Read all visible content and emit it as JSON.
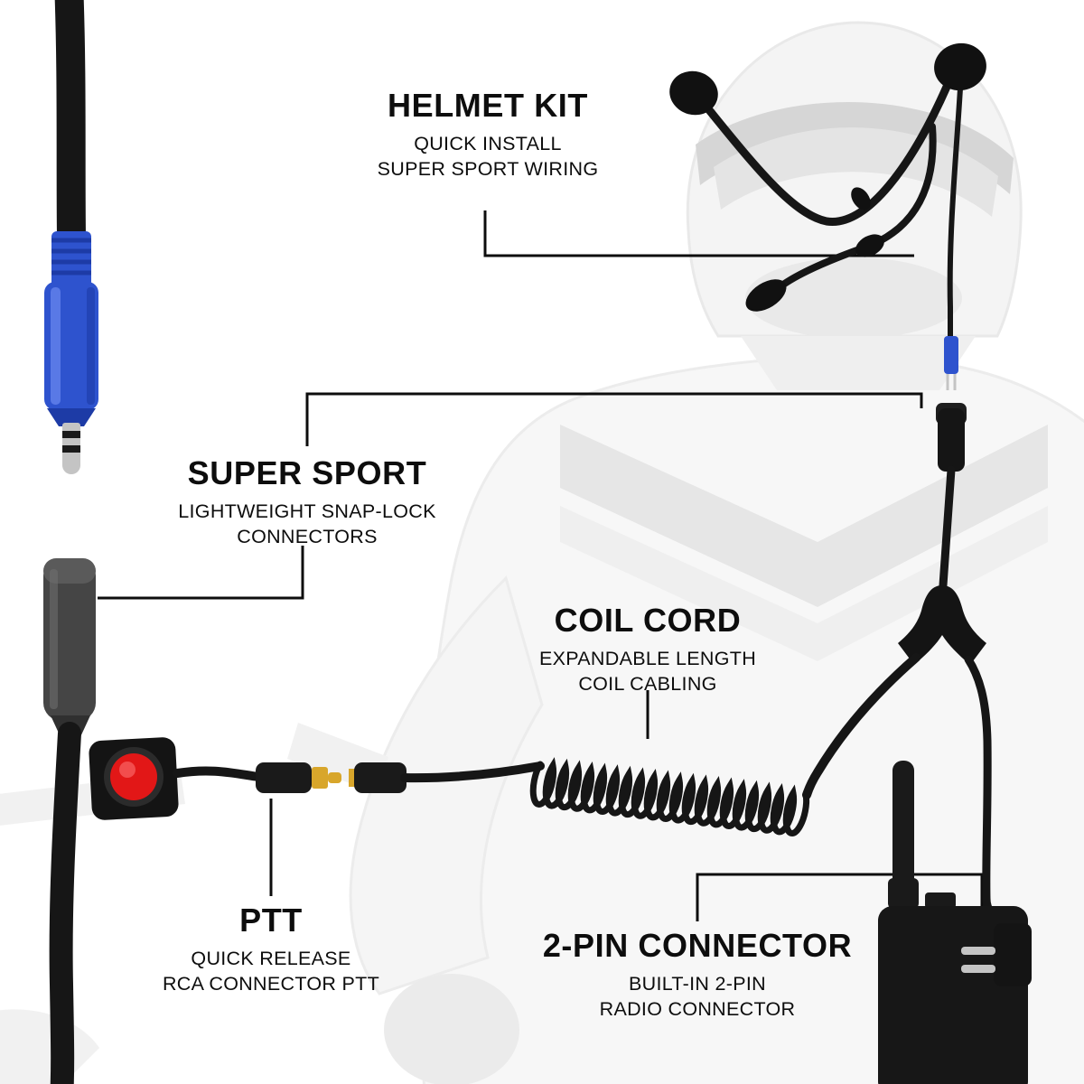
{
  "callouts": {
    "helmet_kit": {
      "title": "HELMET KIT",
      "line1": "QUICK INSTALL",
      "line2": "SUPER SPORT WIRING"
    },
    "super_sport": {
      "title": "SUPER SPORT",
      "line1": "LIGHTWEIGHT SNAP-LOCK",
      "line2": "CONNECTORS"
    },
    "coil_cord": {
      "title": "COIL CORD",
      "line1": "EXPANDABLE LENGTH",
      "line2": "COIL CABLING"
    },
    "ptt": {
      "title": "PTT",
      "line1": "QUICK RELEASE",
      "line2": "RCA CONNECTOR PTT"
    },
    "two_pin": {
      "title": "2-PIN CONNECTOR",
      "line1": "BUILT-IN 2-PIN",
      "line2": "RADIO CONNECTOR"
    }
  },
  "colors": {
    "connector_blue": "#2E53CE",
    "connector_blue_dark": "#1D3BA6",
    "connector_blue_light": "#6080EA",
    "ptt_red": "#E21717",
    "rca_gold": "#D8A62B",
    "metal_silver": "#C4C4C4",
    "cable_black": "#161616"
  }
}
